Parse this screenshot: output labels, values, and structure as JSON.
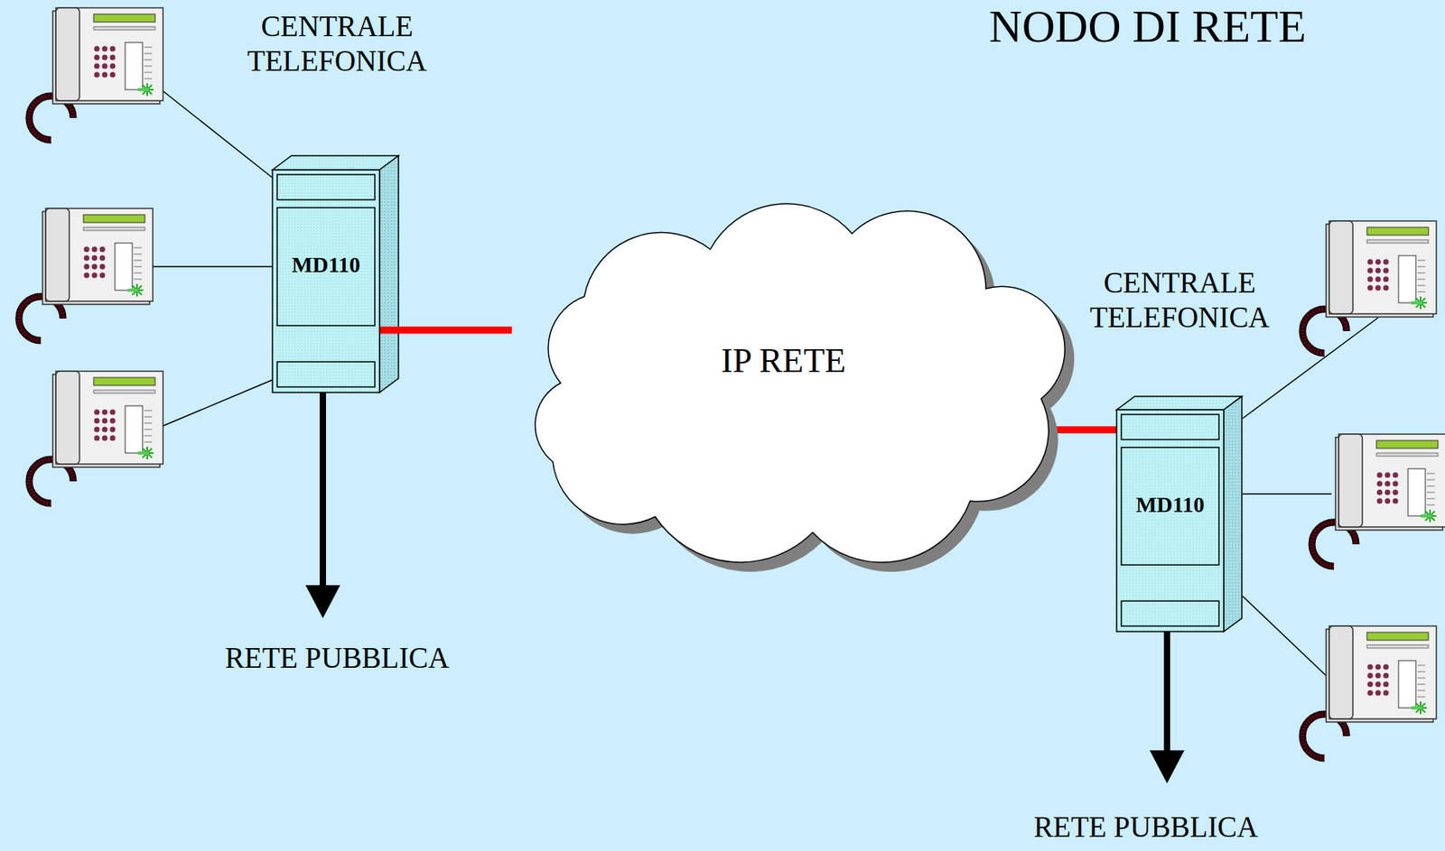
{
  "diagram": {
    "title": "NODO DI RETE",
    "nodes": [
      {
        "text": [
          "MD110"
        ]
      },
      {
        "text": [
          "IP RETE"
        ]
      },
      {
        "text": [
          "MD110"
        ]
      }
    ],
    "edges": [
      {
        "from": 0,
        "to": 1,
        "arrow": "none"
      },
      {
        "from": 1,
        "to": 2,
        "arrow": "none"
      }
    ],
    "labels": [
      "CENTRALE TELEFONICA",
      "CENTRALE TELEFONICA",
      "RETE PUBBLICA",
      "RETE PUBBLICA"
    ]
  }
}
